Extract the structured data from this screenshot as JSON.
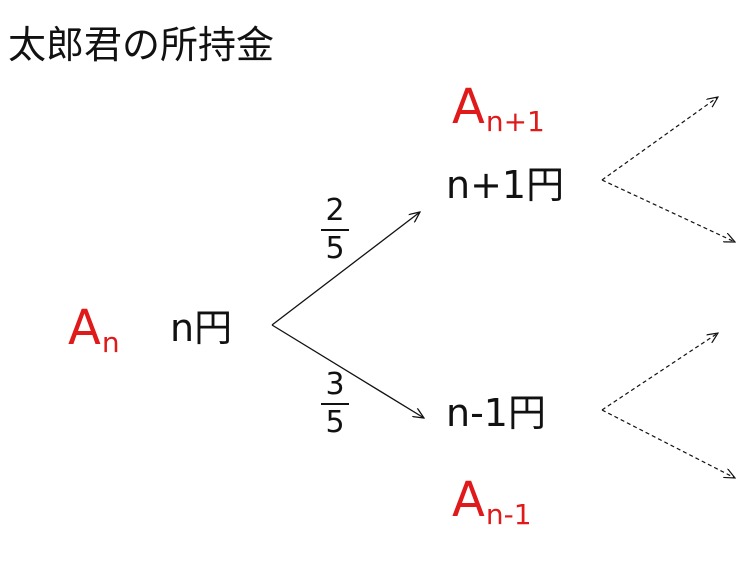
{
  "title": "太郎君の所持金",
  "colors": {
    "state_label": "#e01a1a",
    "text": "#111111"
  },
  "nodes": {
    "current": {
      "state_letter": "A",
      "state_sub": "n",
      "amount": "n円"
    },
    "up": {
      "state_letter": "A",
      "state_sub": "n+1",
      "amount": "n+1円"
    },
    "down": {
      "state_letter": "A",
      "state_sub": "n-1",
      "amount": "n-1円"
    }
  },
  "probabilities": {
    "up": {
      "numerator": "2",
      "denominator": "5"
    },
    "down": {
      "numerator": "3",
      "denominator": "5"
    }
  }
}
